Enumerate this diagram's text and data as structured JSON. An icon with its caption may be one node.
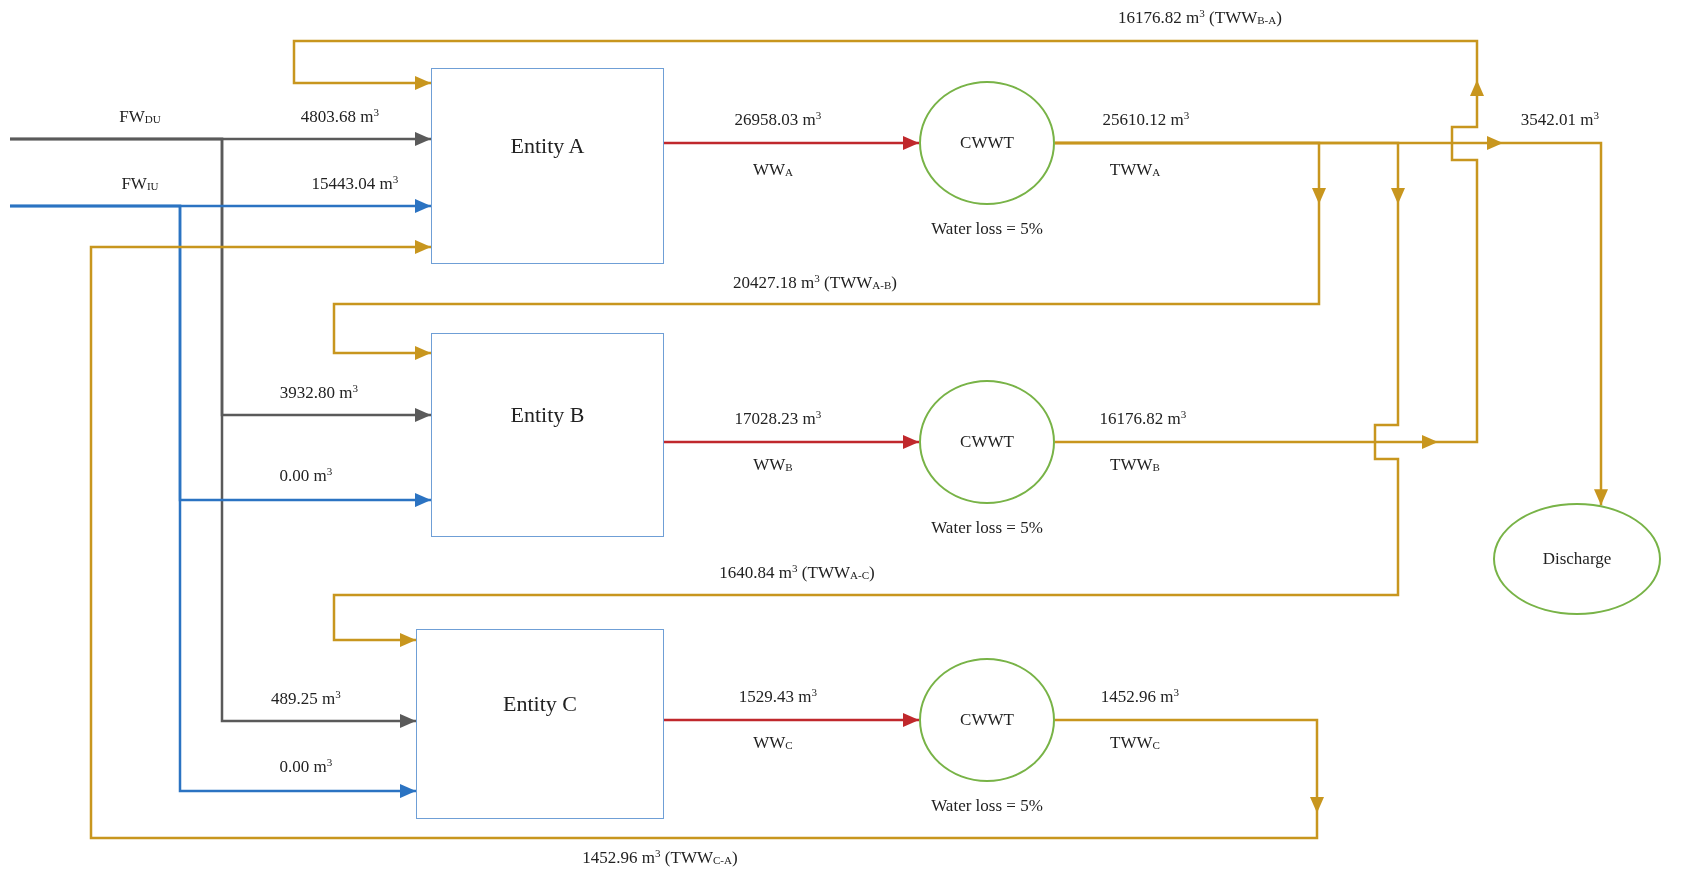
{
  "diagram": {
    "nodes": [
      {
        "text": [
          "Entity A"
        ]
      },
      {
        "text": [
          "CWWT"
        ],
        "beside": [
          "Water loss = 5%"
        ]
      },
      {
        "text": [
          "Entity B"
        ]
      },
      {
        "text": [
          "CWWT"
        ],
        "beside": [
          "Water loss = 5%"
        ]
      },
      {
        "text": [
          "Entity C"
        ]
      },
      {
        "text": [
          "CWWT"
        ],
        "beside": [
          "Water loss = 5%"
        ]
      },
      {
        "text": [
          "Discharge"
        ]
      }
    ],
    "edges": [
      {
        "from": null,
        "to": 0,
        "arrow": "to",
        "label": "4803.68 m$^{3}$",
        "color": "#5a5a5a"
      },
      {
        "from": null,
        "to": 2,
        "arrow": "to",
        "label": "3932.80 m$^{3}$",
        "color": "#5a5a5a"
      },
      {
        "from": null,
        "to": 4,
        "arrow": "to",
        "label": "489.25 m$^{3}$",
        "color": "#5a5a5a"
      },
      {
        "from": null,
        "to": 0,
        "arrow": "to",
        "label": "15443.04 m$^{3}$",
        "color": "#2b73c2"
      },
      {
        "from": null,
        "to": 2,
        "arrow": "to",
        "label": "0.00 m$^{3}$",
        "color": "#2b73c2"
      },
      {
        "from": null,
        "to": 4,
        "arrow": "to",
        "label": "0.00 m$^{3}$",
        "color": "#2b73c2"
      },
      {
        "from": 0,
        "to": 1,
        "arrow": "to",
        "label": "26958.03 m$^{3}$",
        "color": "#c0282c"
      },
      {
        "from": 2,
        "to": 3,
        "arrow": "to",
        "label": "17028.23 m$^{3}$",
        "color": "#c0282c"
      },
      {
        "from": 4,
        "to": 5,
        "arrow": "to",
        "label": "1529.43 m$^{3}$",
        "color": "#c0282c"
      },
      {
        "from": 3,
        "to": 0,
        "arrow": "to",
        "label": "16176.82 m$^{3}$ (TWW$_{B-A}$)"
      },
      {
        "from": 1,
        "to": 2,
        "arrow": "to",
        "label": "20427.18 m$^{3}$ (TWW$_{A-B}$)"
      },
      {
        "from": 1,
        "to": 4,
        "arrow": "to",
        "label": "1640.84 m$^{3}$ (TWW$_{A-C}$)"
      },
      {
        "from": 1,
        "to": 6,
        "arrow": "to",
        "label": "3542.01 m$^{3}$"
      },
      {
        "from": 5,
        "to": 0,
        "arrow": "to",
        "label": "1452.96 m$^{3}$ (TWW$_{C-A}$)"
      }
    ],
    "labels": [
      "FW$_{DU}$",
      "FW$_{IU}$",
      "WW$_{A}$",
      "25610.12 m$^{3}$",
      "TWW$_{A}$",
      "16176.82 m$^{3}$",
      "WW$_{B}$",
      "TWW$_{B}$",
      "1452.96 m$^{3}$",
      "WW$_{C}$",
      "TWW$_{C}$"
    ]
  }
}
